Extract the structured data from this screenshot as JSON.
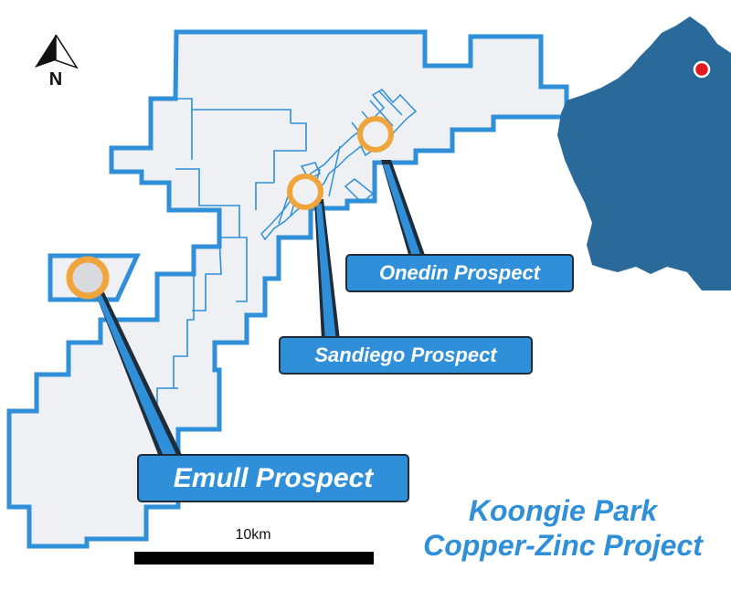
{
  "title_line1": "Koongie Park",
  "title_line2": "Copper-Zinc Project",
  "prospects": [
    {
      "name": "Onedin Prospect"
    },
    {
      "name": "Sandiego Prospect"
    },
    {
      "name": "Emull Prospect"
    }
  ],
  "scale_label": "10km",
  "north_label": "N",
  "icons": {
    "north": "north-arrow-icon",
    "location": "location-marker-icon"
  },
  "colors": {
    "tenement_outline": "#2f8fd8",
    "tenement_fill": "#eef0f3",
    "prospect_ring": "#f0a53c",
    "callout": "#2f8fd8",
    "inset_map": "#2a6a9b",
    "location_marker": "#e21b23",
    "title_text": "#2f8fd8"
  }
}
